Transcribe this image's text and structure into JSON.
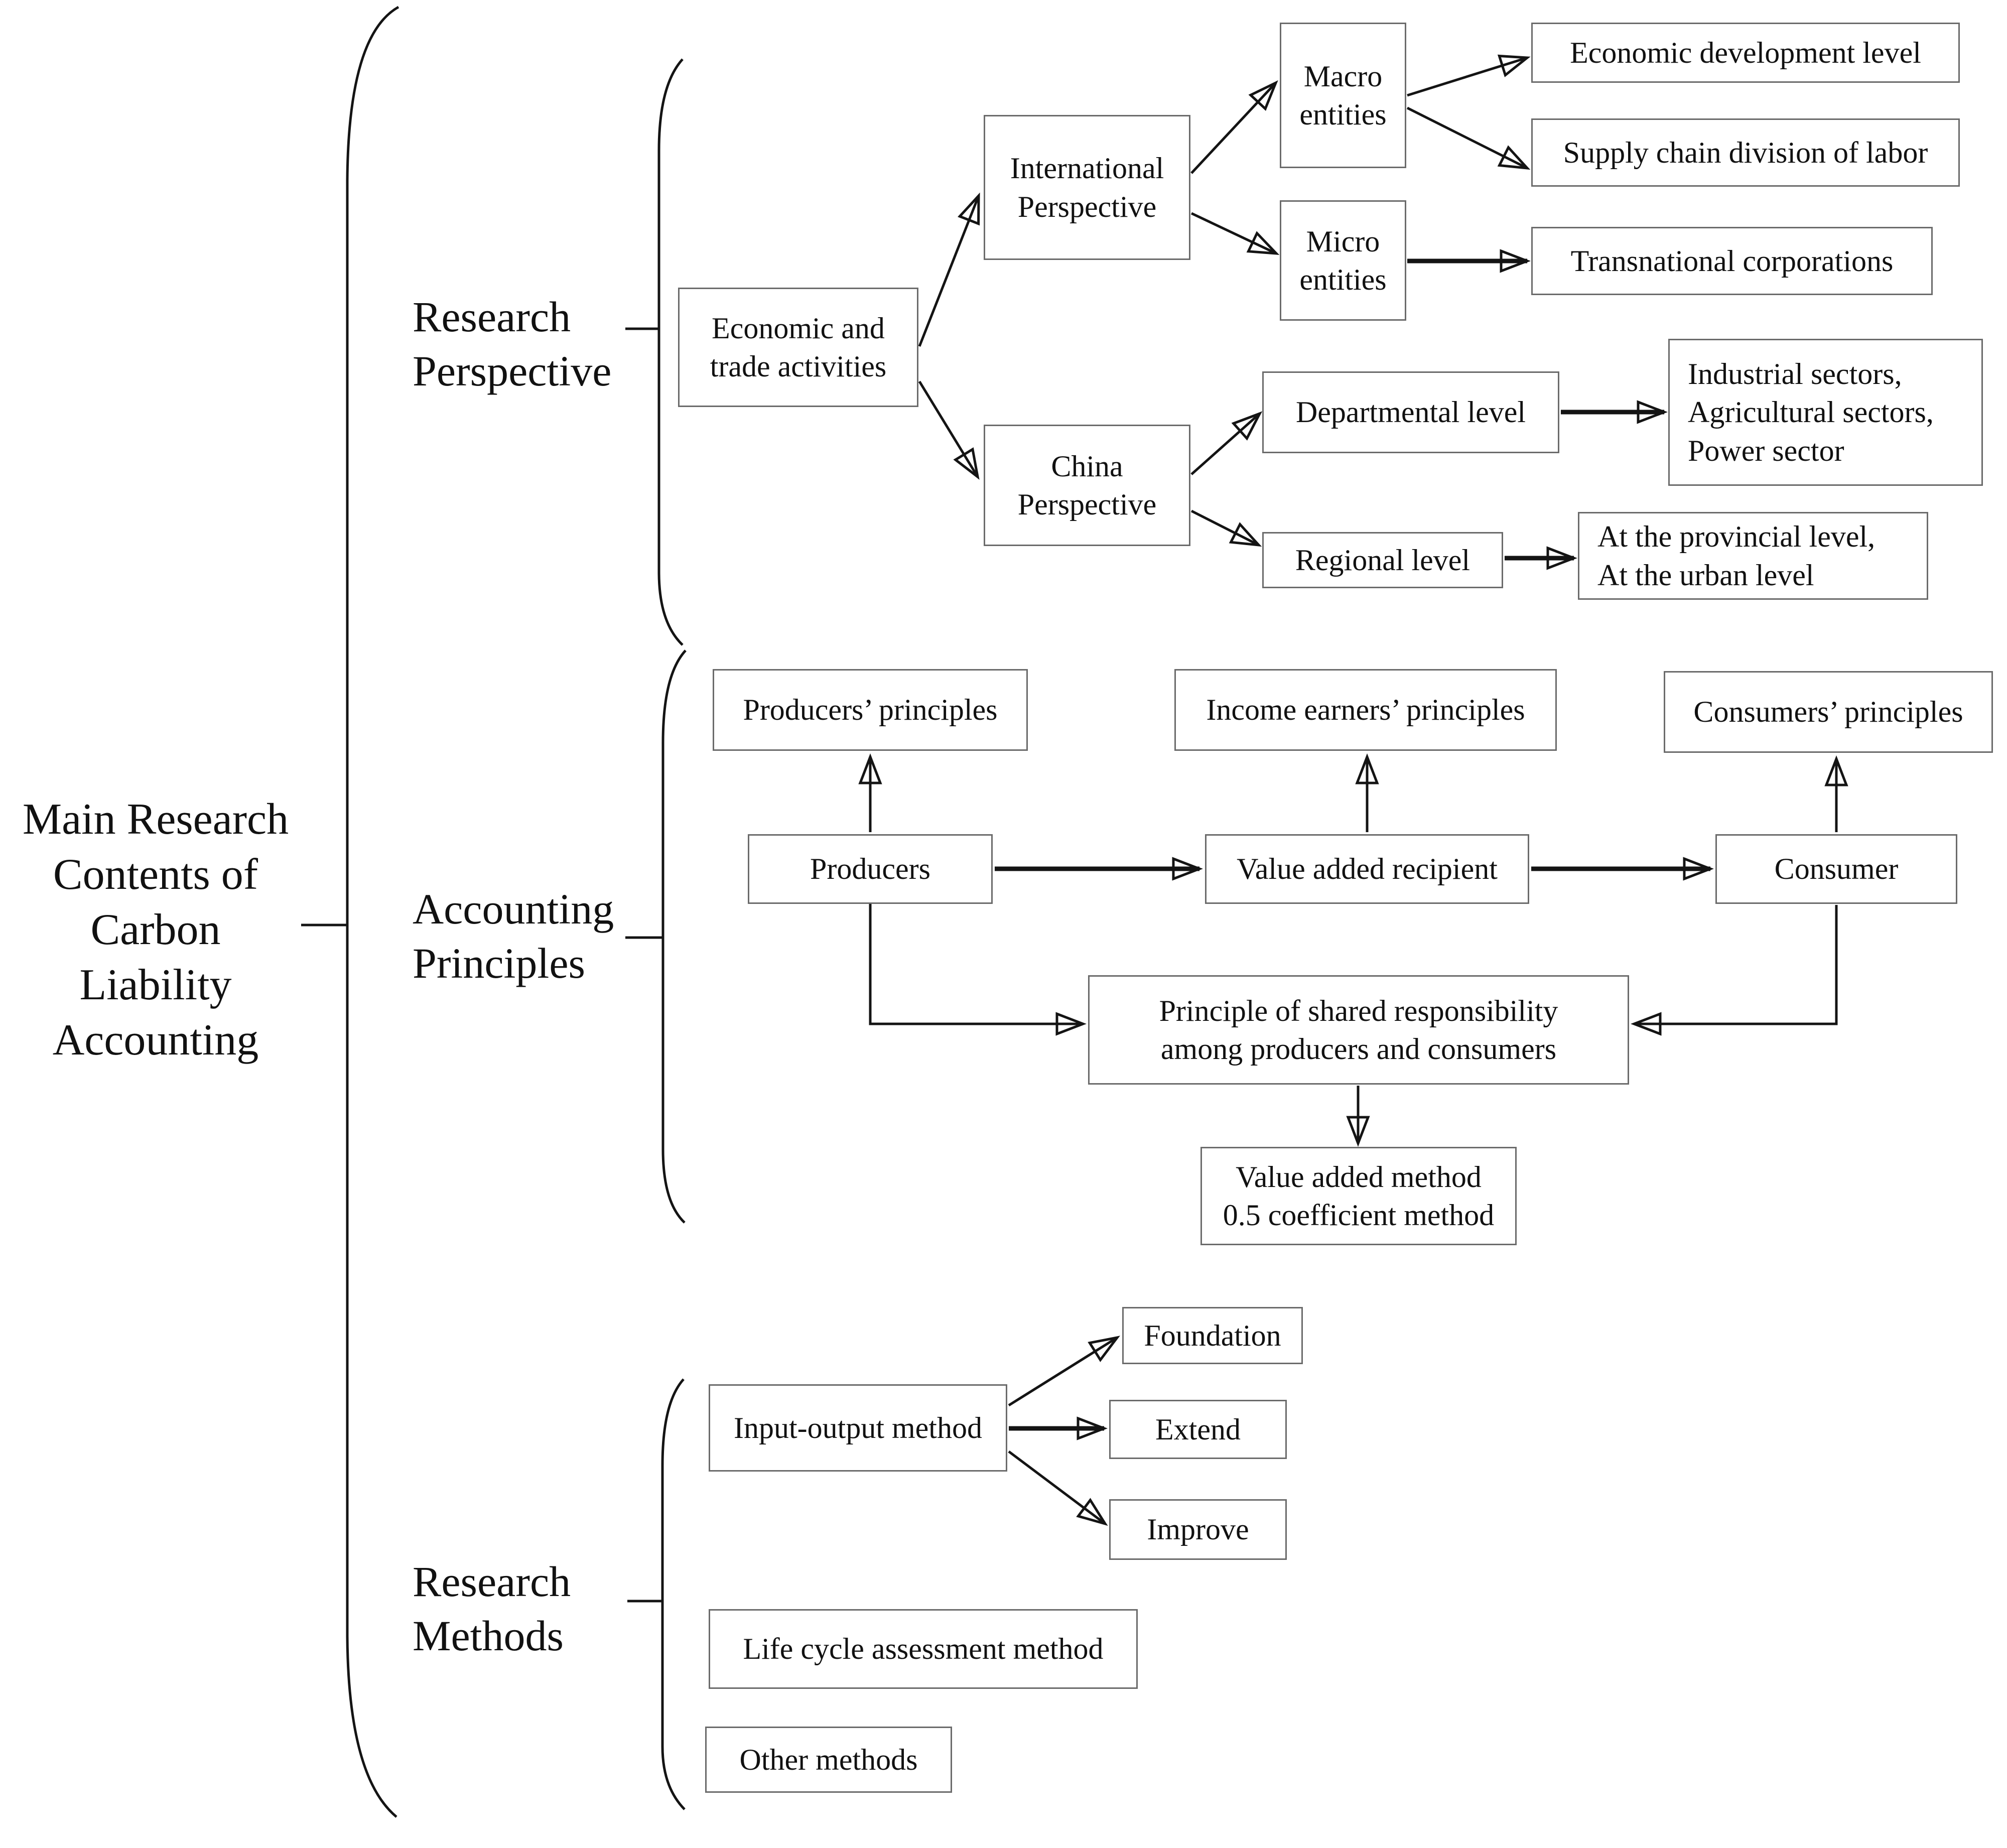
{
  "title": "Main Research\nContents of\nCarbon\nLiability\nAccounting",
  "sections": {
    "perspective": "Research\nPerspective",
    "principles": "Accounting\nPrinciples",
    "methods": "Research\nMethods"
  },
  "nodes": {
    "economic_trade": "Economic and\ntrade activities",
    "international": "International\nPerspective",
    "china": "China\nPerspective",
    "macro": "Macro\nentities",
    "micro": "Micro\nentities",
    "econ_dev": "Economic development level",
    "supply_chain": "Supply chain division of labor",
    "transnational": "Transnational corporations",
    "departmental": "Departmental level",
    "industrial": "Industrial sectors,\nAgricultural sectors,\nPower sector",
    "regional": "Regional level",
    "provincial": "At the provincial level,\nAt the urban level",
    "producers_principles": "Producers’ principles",
    "income_principles": "Income earners’ principles",
    "consumers_principles": "Consumers’ principles",
    "producers": "Producers",
    "value_added": "Value added recipient",
    "consumer": "Consumer",
    "shared": "Principle of shared responsibility\namong producers and consumers",
    "value_method": "Value added method\n0.5 coefficient method",
    "io_method": "Input-output method",
    "foundation": "Foundation",
    "extend": "Extend",
    "improve": "Improve",
    "lca": "Life cycle assessment method",
    "other": "Other methods"
  },
  "colors": {
    "line": "#141414",
    "box_border": "#6b6b6b",
    "text": "#111111",
    "background": "#ffffff"
  }
}
